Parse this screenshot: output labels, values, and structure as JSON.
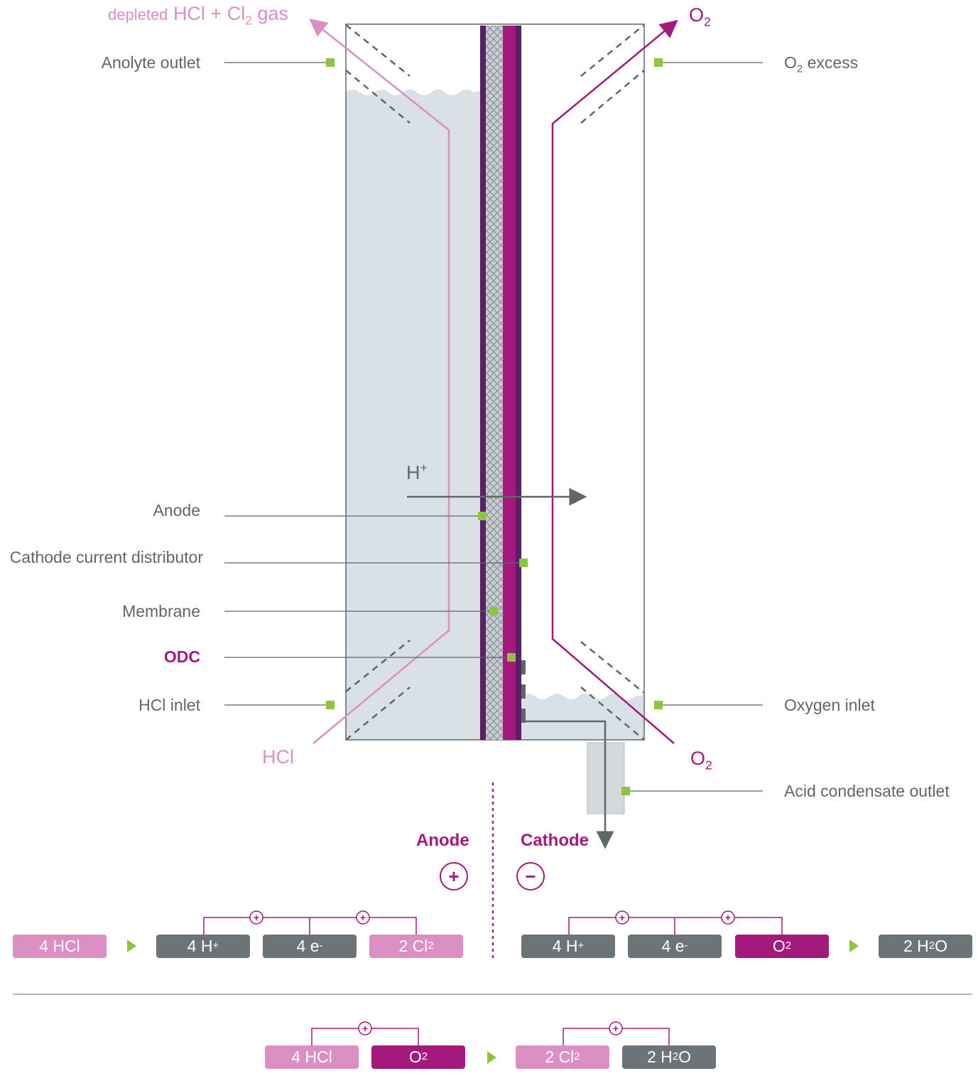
{
  "labels": {
    "anolyte_outlet": "Anolyte outlet",
    "anode": "Anode",
    "cathode_current_distributor": "Cathode current distributor",
    "membrane": "Membrane",
    "odc": "ODC",
    "hcl_inlet": "HCl inlet",
    "o2_excess_base": "O",
    "o2_excess_sub": "2",
    "o2_excess_rest": " excess",
    "oxygen_inlet": "Oxygen inlet",
    "acid_condensate_outlet": "Acid condensate outlet"
  },
  "flows": {
    "depleted_prefix": "depleted",
    "depleted_main": "HCl + Cl",
    "depleted_sub": "2",
    "depleted_suffix": " gas",
    "o2_top_base": "O",
    "o2_top_sub": "2",
    "hcl_bottom": "HCl",
    "o2_bottom_base": "O",
    "o2_bottom_sub": "2",
    "proton_base": "H",
    "proton_sup": "+"
  },
  "sections": {
    "anode": "Anode",
    "cathode": "Cathode",
    "plus": "+",
    "minus": "−"
  },
  "equations": {
    "anode": [
      "4 HCl",
      "4 H",
      "4 e",
      "2 Cl"
    ],
    "anode_marks": [
      "+",
      "-",
      "2"
    ],
    "cathode": [
      "4 H",
      "4 e",
      "O",
      "2 H",
      "O"
    ],
    "cathode_marks": [
      "+",
      "-",
      "2",
      "2"
    ],
    "overall": [
      "4 HCl",
      "O",
      "2 Cl",
      "2 H",
      "O"
    ],
    "overall_marks": [
      "2",
      "2",
      "2"
    ],
    "join_symbol": "+"
  },
  "colors": {
    "pink": "#dc8fc3",
    "magenta": "#a3197c",
    "dark_purple": "#5a2067",
    "gray": "#6d7478",
    "electrolyte": "#d9e1e6",
    "green_marker": "#8cc63f"
  }
}
